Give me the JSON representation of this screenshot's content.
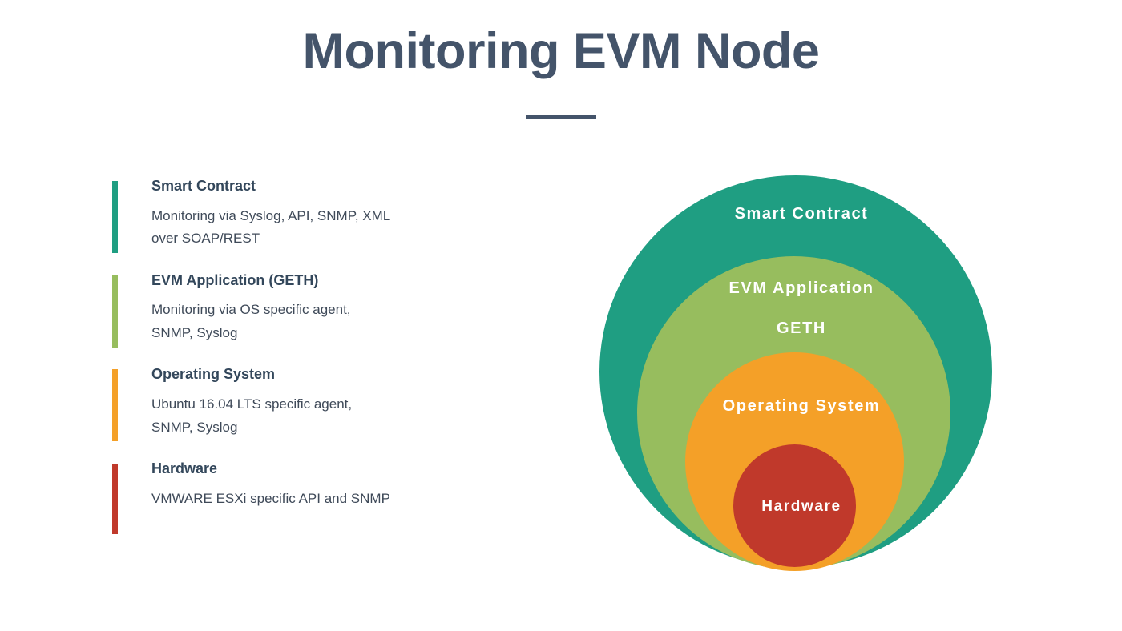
{
  "slide": {
    "title": "Monitoring EVM Node"
  },
  "legend": {
    "items": [
      {
        "heading": "Smart Contract",
        "description": "Monitoring via Syslog, API, SNMP, XML over SOAP/REST",
        "color": "#1f9e82"
      },
      {
        "heading": "EVM Application (GETH)",
        "description": "Monitoring via OS specific agent, SNMP, Syslog",
        "color": "#97bd5e"
      },
      {
        "heading": "Operating System",
        "description": "Ubuntu 16.04 LTS specific agent, SNMP, Syslog",
        "color": "#f4a028"
      },
      {
        "heading": "Hardware",
        "description": "VMWARE ESXi specific API and SNMP",
        "color": "#c0392b"
      }
    ]
  },
  "diagram": {
    "type": "concentric-circles",
    "layers": [
      {
        "label": "Smart Contract",
        "color": "#1f9e82",
        "level": 1
      },
      {
        "label_line1": "EVM Application",
        "label_line2": "GETH",
        "color": "#97bd5e",
        "level": 2
      },
      {
        "label": "Operating System",
        "color": "#f4a028",
        "level": 3
      },
      {
        "label": "Hardware",
        "color": "#c0392b",
        "level": 4
      }
    ]
  },
  "colors": {
    "title": "#44546a",
    "teal": "#1f9e82",
    "green": "#97bd5e",
    "orange": "#f4a028",
    "red": "#c0392b",
    "background": "#ffffff"
  }
}
